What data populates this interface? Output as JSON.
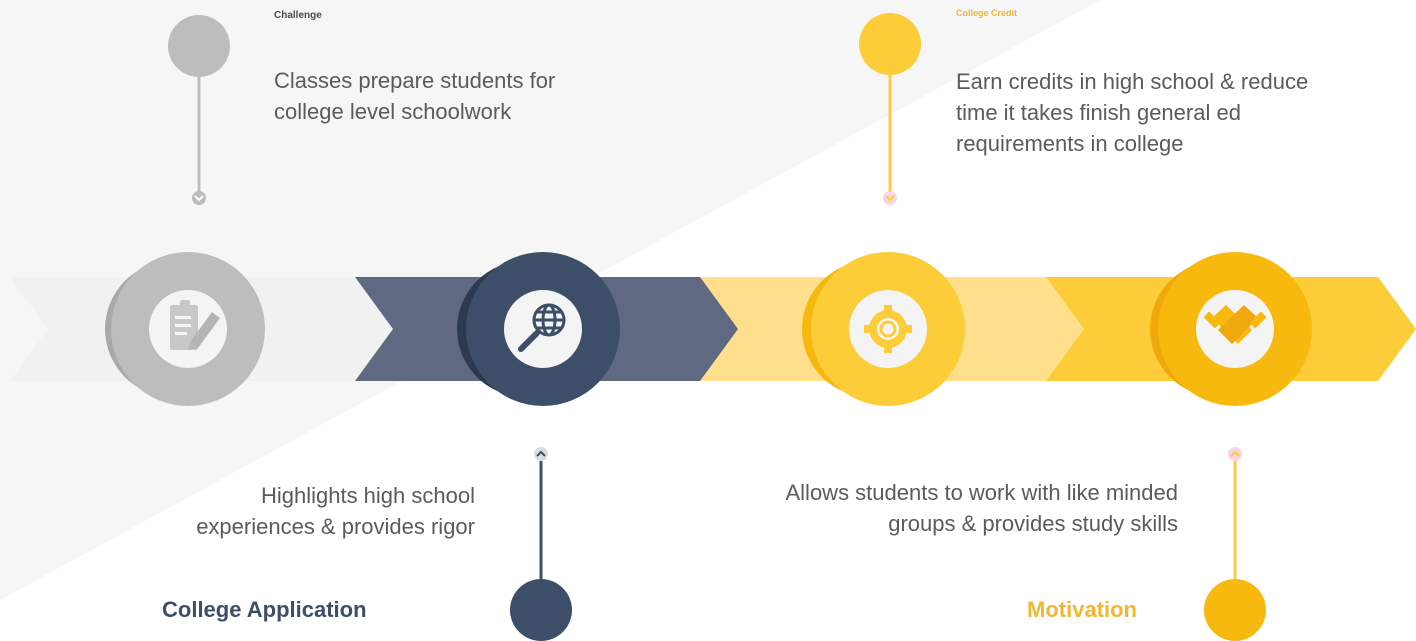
{
  "colors": {
    "background_panel": "#f6f6f6",
    "gray": "#bdbdbd",
    "gray_dark": "#9e9e9e",
    "navy": "#3d4e68",
    "navy_band": "#5f6a82",
    "yellow_light": "#ffdf8b",
    "yellow": "#fccd38",
    "amber": "#f8b90f",
    "text_body": "#5b5b5b",
    "icon_gray": "#c8c8c8"
  },
  "steps": [
    {
      "title": "Challenge",
      "text": "Classes prepare students for college level schoolwork",
      "icon": "edit-document-icon",
      "color": "gray"
    },
    {
      "title": "College Application",
      "text": "Highlights high school experiences & provides rigor",
      "icon": "globe-search-icon",
      "color": "navy"
    },
    {
      "title": "College Credit",
      "text": "Earn credits in high school & reduce time it takes finish general ed requirements in  college",
      "icon": "gear-tools-icon",
      "color": "yellow"
    },
    {
      "title": "Motivation",
      "text": "Allows students to work with like minded groups & provides  study skills",
      "icon": "handshake-icon",
      "color": "amber"
    }
  ]
}
